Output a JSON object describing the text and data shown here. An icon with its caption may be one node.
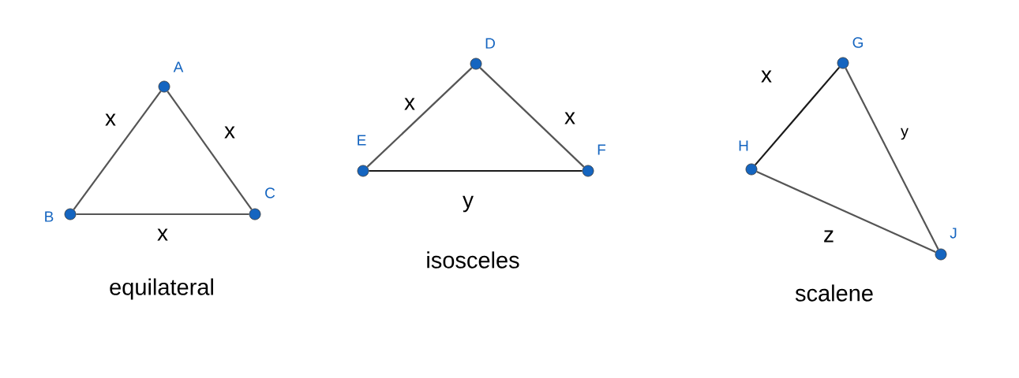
{
  "diagram": {
    "nodes": [
      {
        "text": [
          "A"
        ]
      },
      {
        "text": [
          "B"
        ]
      },
      {
        "text": [
          "C"
        ]
      },
      {
        "text": [
          "D"
        ]
      },
      {
        "text": [
          "E"
        ]
      },
      {
        "text": [
          "F"
        ]
      },
      {
        "text": [
          "G"
        ]
      },
      {
        "text": [
          "H"
        ]
      },
      {
        "text": [
          "J"
        ]
      }
    ],
    "edges": [
      {
        "from": 0,
        "to": 1,
        "arrow": "none",
        "label": "x"
      },
      {
        "from": 0,
        "to": 2,
        "arrow": "none",
        "label": "x"
      },
      {
        "from": 1,
        "to": 2,
        "arrow": "none",
        "label": "x"
      },
      {
        "from": 3,
        "to": 4,
        "arrow": "none",
        "label": "x"
      },
      {
        "from": 3,
        "to": 5,
        "arrow": "none",
        "label": "x"
      },
      {
        "from": 4,
        "to": 5,
        "arrow": "none",
        "label": "y",
        "color": "#1a1a1a"
      },
      {
        "from": 6,
        "to": 7,
        "arrow": "none",
        "label": "x",
        "color": "#1a1a1a"
      },
      {
        "from": 6,
        "to": 8,
        "arrow": "none",
        "label": "y"
      },
      {
        "from": 7,
        "to": 8,
        "arrow": "none",
        "label": "z"
      }
    ],
    "labels": [
      "equilateral",
      "isosceles",
      "scalene"
    ]
  }
}
